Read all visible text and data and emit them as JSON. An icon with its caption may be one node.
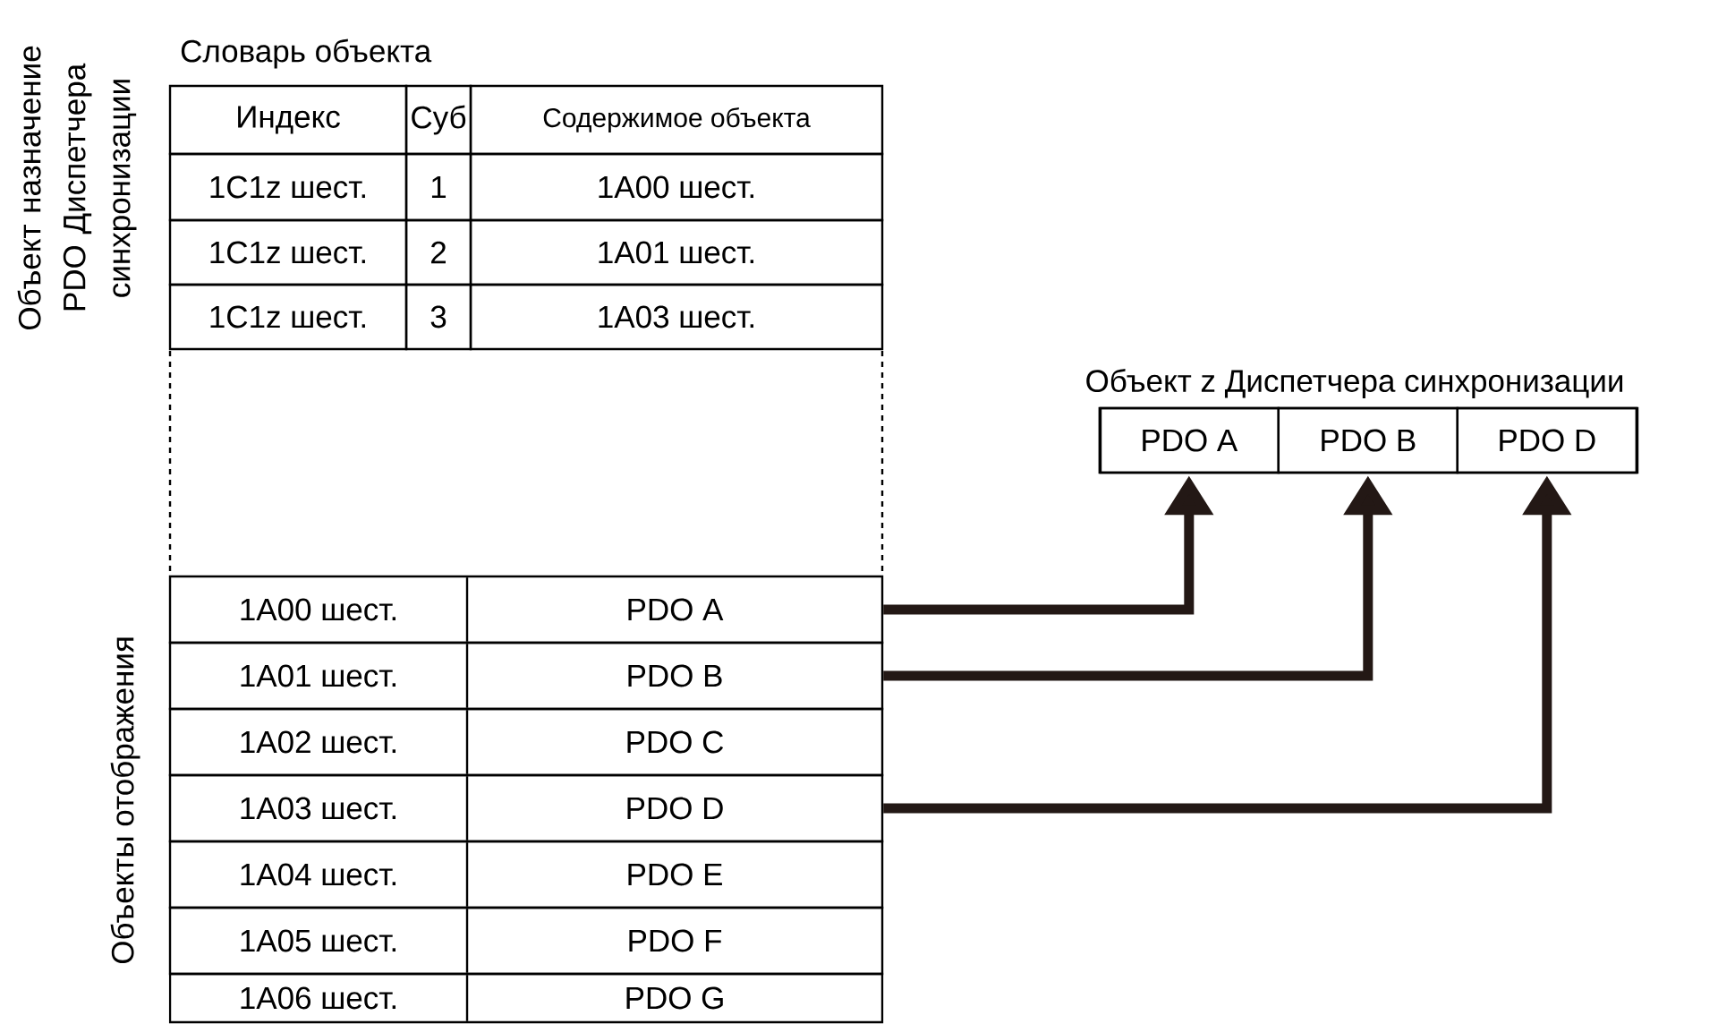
{
  "diagram": {
    "nodes": [
      {
        "text": [
          "Объект z Диспетчера синхронизации"
        ]
      },
      {
        "text": [
          "PDO A"
        ],
        "in": 0
      },
      {
        "text": [
          "PDO B"
        ],
        "in": 0
      },
      {
        "text": [
          "PDO D"
        ],
        "in": 0
      },
      {
        "text": [
          "1A00 шест.",
          "PDO A"
        ]
      },
      {
        "text": [
          "1A01 шест.",
          "PDO B"
        ]
      },
      {
        "text": [
          "1A02 шест.",
          "PDO C"
        ]
      },
      {
        "text": [
          "1A03 шест.",
          "PDO D"
        ]
      },
      {
        "text": [
          "1A04 шест.",
          "PDO E"
        ]
      },
      {
        "text": [
          "1A05 шест.",
          "PDO F"
        ]
      },
      {
        "text": [
          "1A06 шест.",
          "PDO G"
        ]
      }
    ],
    "edges": [
      {
        "from": 4,
        "to": 1,
        "arrow": "to"
      },
      {
        "from": 5,
        "to": 2,
        "arrow": "to"
      },
      {
        "from": 7,
        "to": 3,
        "arrow": "to"
      }
    ],
    "labels": [
      "Объект назначение PDO Диспетчера синхронизации",
      "Словарь объекта",
      "Индекс",
      "Суб",
      "Содержимое объекта",
      "1C1z шест.",
      "1",
      "1A00 шест.",
      "1C1z шест.",
      "2",
      "1A01 шест.",
      "1C1z шест.",
      "3",
      "1A03 шест.",
      "Объекты отображения"
    ]
  }
}
